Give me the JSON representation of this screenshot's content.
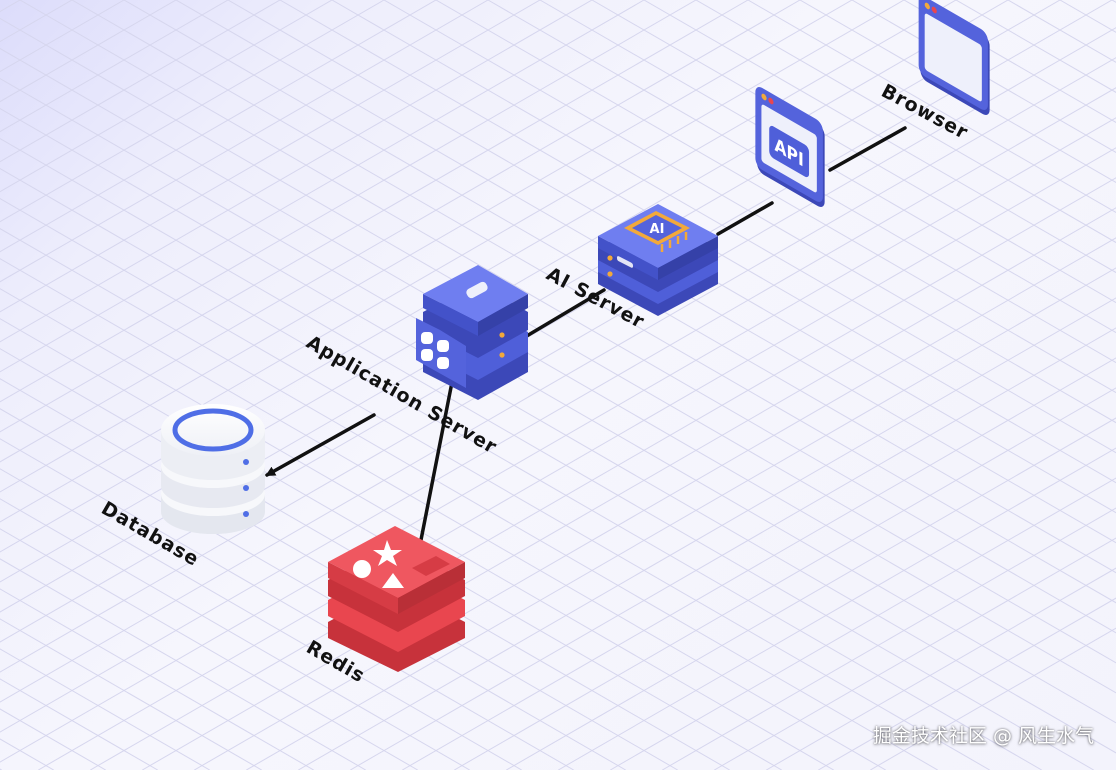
{
  "diagram": {
    "nodes": [
      {
        "id": "browser",
        "label": "Browser",
        "icon": "browser-window-icon"
      },
      {
        "id": "api",
        "label": "",
        "icon": "api-window-icon",
        "icon_text": "API"
      },
      {
        "id": "ai",
        "label": "AI Server",
        "icon": "ai-chip-server-icon",
        "icon_text": "AI"
      },
      {
        "id": "app",
        "label": "Application Server",
        "icon": "application-server-icon"
      },
      {
        "id": "db",
        "label": "Database",
        "icon": "database-cylinder-icon"
      },
      {
        "id": "redis",
        "label": "Redis",
        "icon": "redis-stack-icon"
      }
    ],
    "edges": [
      {
        "from": "browser",
        "to": "api",
        "arrow": false
      },
      {
        "from": "api",
        "to": "ai",
        "arrow": false
      },
      {
        "from": "ai",
        "to": "app",
        "arrow": false
      },
      {
        "from": "app",
        "to": "db",
        "arrow": true
      },
      {
        "from": "app",
        "to": "redis",
        "arrow": false
      }
    ]
  },
  "colors": {
    "primary": "#4f5fd9",
    "primary_dark": "#3c48b8",
    "primary_light": "#6f7ef0",
    "accent_orange": "#f2a93b",
    "redis_red": "#e9464f",
    "db_white": "#f7f8fb",
    "line": "#111111",
    "grid": "#d6d6ee"
  },
  "watermark": "掘金技术社区 @ 风生水气"
}
